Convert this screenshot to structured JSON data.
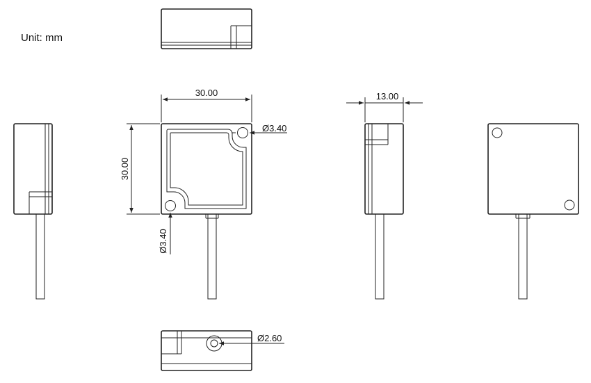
{
  "unit_label": "Unit: mm",
  "dimensions": {
    "width": "30.00",
    "height": "30.00",
    "depth": "13.00",
    "hole_top": "Ø3.40",
    "hole_bottom": "Ø3.40",
    "cable": "Ø2.60"
  },
  "colors": {
    "line": "#222222",
    "background": "#ffffff"
  }
}
